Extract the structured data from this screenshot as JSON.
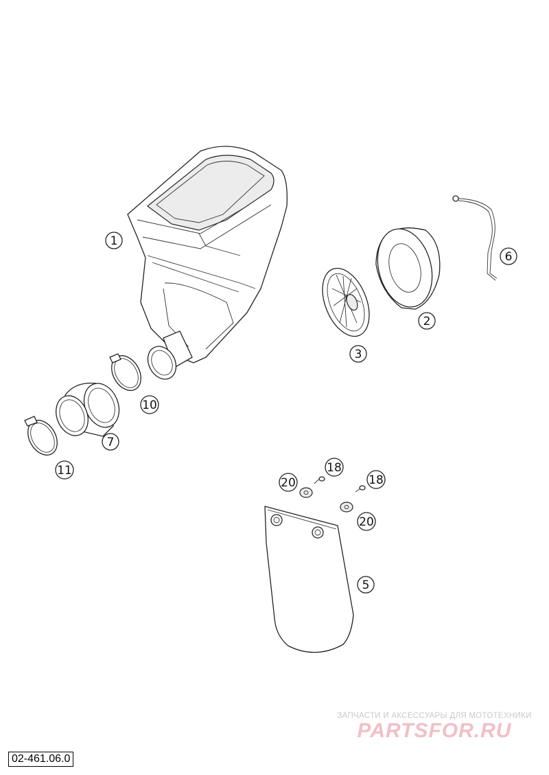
{
  "diagram": {
    "code": "02-461.06.0",
    "callouts": {
      "c1": "1",
      "c2": "2",
      "c3": "3",
      "c5": "5",
      "c6": "6",
      "c7": "7",
      "c10": "10",
      "c11": "11",
      "c18a": "18",
      "c18b": "18",
      "c20a": "20",
      "c20b": "20"
    }
  },
  "watermark": {
    "tagline": "ЗАПЧАСТИ И АКСЕССУАРЫ ДЛЯ МОТОТЕХНИКИ",
    "logo": "PARTSFOR.RU"
  }
}
